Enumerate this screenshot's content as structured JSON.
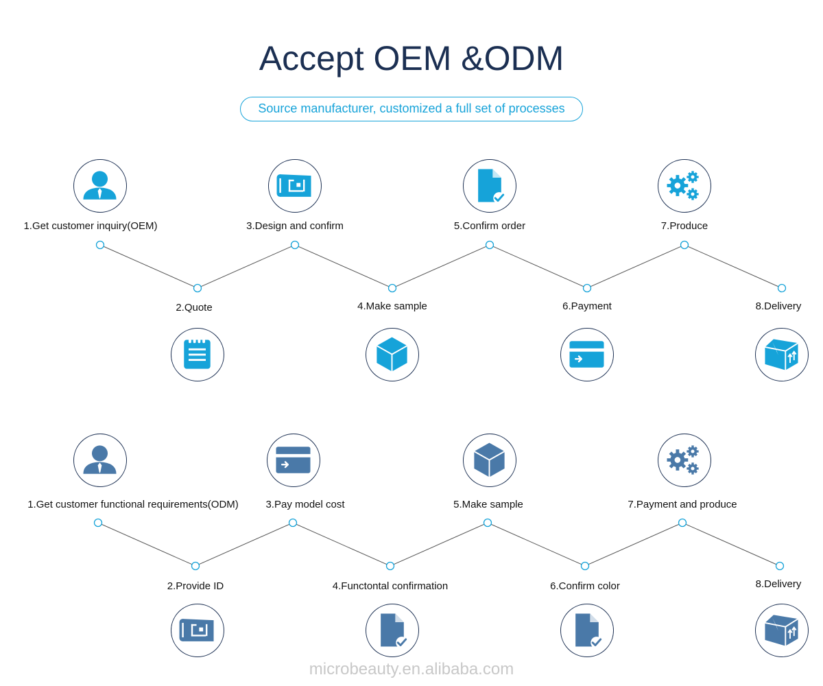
{
  "title": "Accept OEM &ODM",
  "subtitle": "Source manufacturer, customized a full set of processes",
  "colors": {
    "title": "#1b2f52",
    "accent_blue": "#16a3d9",
    "steel_blue": "#4a79a8",
    "line": "#555555"
  },
  "oem": {
    "steps": [
      {
        "label": "1.Get customer inquiry(OEM)",
        "icon": "person-icon"
      },
      {
        "label": "2.Quote",
        "icon": "notepad-icon"
      },
      {
        "label": "3.Design and confirm",
        "icon": "blueprint-icon"
      },
      {
        "label": "4.Make sample",
        "icon": "box-icon"
      },
      {
        "label": "5.Confirm order",
        "icon": "document-check-icon"
      },
      {
        "label": "6.Payment",
        "icon": "card-icon"
      },
      {
        "label": "7.Produce",
        "icon": "gears-icon"
      },
      {
        "label": "8.Delivery",
        "icon": "package-icon"
      }
    ]
  },
  "odm": {
    "steps": [
      {
        "label": "1.Get customer functional requirements(ODM)",
        "icon": "person-icon"
      },
      {
        "label": "2.Provide ID",
        "icon": "blueprint-icon"
      },
      {
        "label": "3.Pay model cost",
        "icon": "card-icon"
      },
      {
        "label": "4.Functontal confirmation",
        "icon": "document-check-icon"
      },
      {
        "label": "5.Make sample",
        "icon": "box-icon"
      },
      {
        "label": "6.Confirm color",
        "icon": "document-check-icon"
      },
      {
        "label": "7.Payment and produce",
        "icon": "gears-icon"
      },
      {
        "label": "8.Delivery",
        "icon": "package-icon"
      }
    ]
  },
  "watermark": "microbeauty.en.alibaba.com"
}
